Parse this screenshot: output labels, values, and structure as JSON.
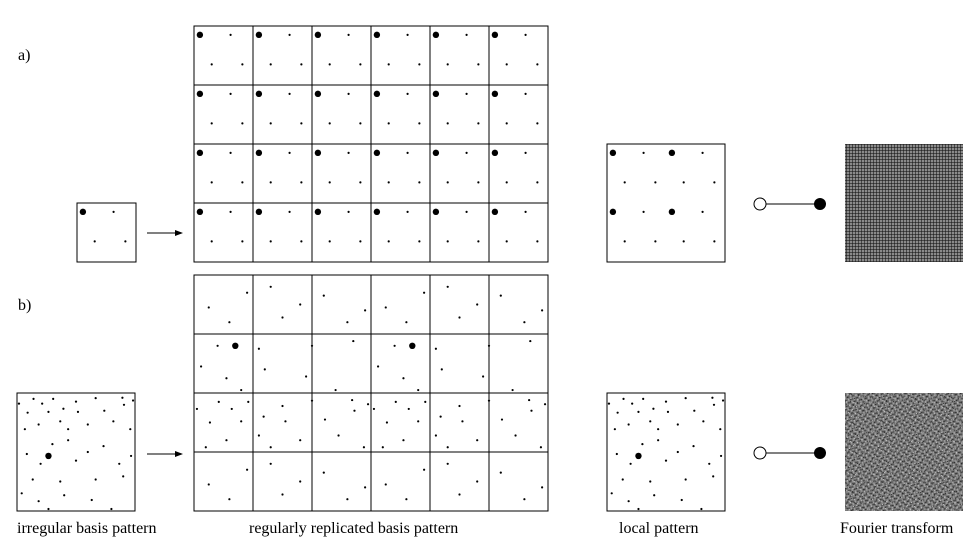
{
  "panel_labels": {
    "a": "a)",
    "b": "b)"
  },
  "captions": {
    "irregular_basis": "irregular basis pattern",
    "replicated": "regularly replicated basis pattern",
    "local": "local pattern",
    "fourier": "Fourier transform"
  },
  "colors": {
    "ink": "#000000",
    "paper": "#ffffff"
  },
  "grid": {
    "columns": 6,
    "rows": 4
  }
}
